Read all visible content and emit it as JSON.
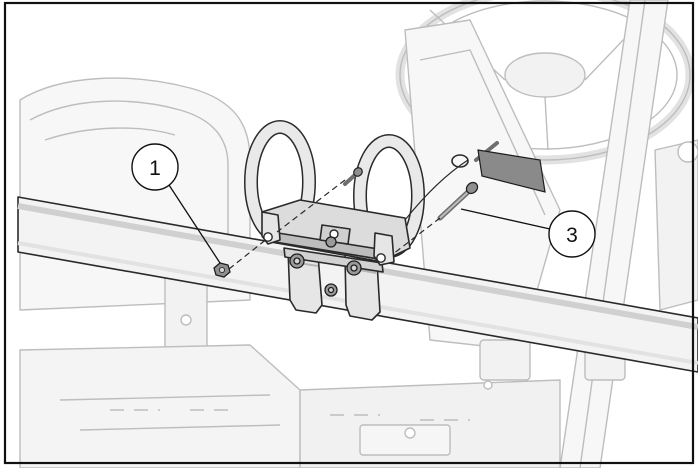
{
  "figure": {
    "callouts": [
      {
        "id": "1",
        "label": "1"
      },
      {
        "id": "3",
        "label": "3"
      }
    ],
    "colors": {
      "frame": "#111111",
      "outline": "#2a2a2a",
      "ghost_outline": "#bdbdbd",
      "ghost_fill": "#f7f7f7",
      "part_fill": "#e6e6e6",
      "part_shade": "#b5b5b5",
      "hardware": "#8f8f8f"
    }
  }
}
